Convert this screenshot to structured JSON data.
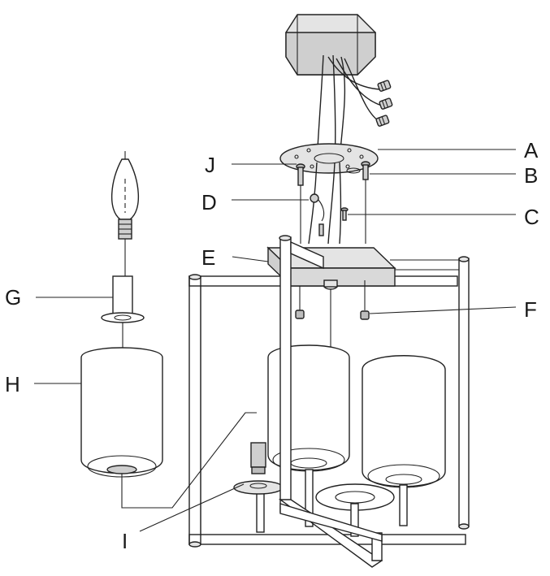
{
  "diagram": {
    "colors": {
      "line": "#222222",
      "shade_light": "#e4e4e4",
      "shade_mid": "#cfcfcf",
      "shade_dark": "#bdbdbd",
      "frame_fill": "#f2f2f2",
      "background": "#ffffff"
    },
    "labels": {
      "A": "A",
      "B": "B",
      "C": "C",
      "D": "D",
      "E": "E",
      "F": "F",
      "G": "G",
      "H": "H",
      "I": "I",
      "J": "J"
    }
  }
}
